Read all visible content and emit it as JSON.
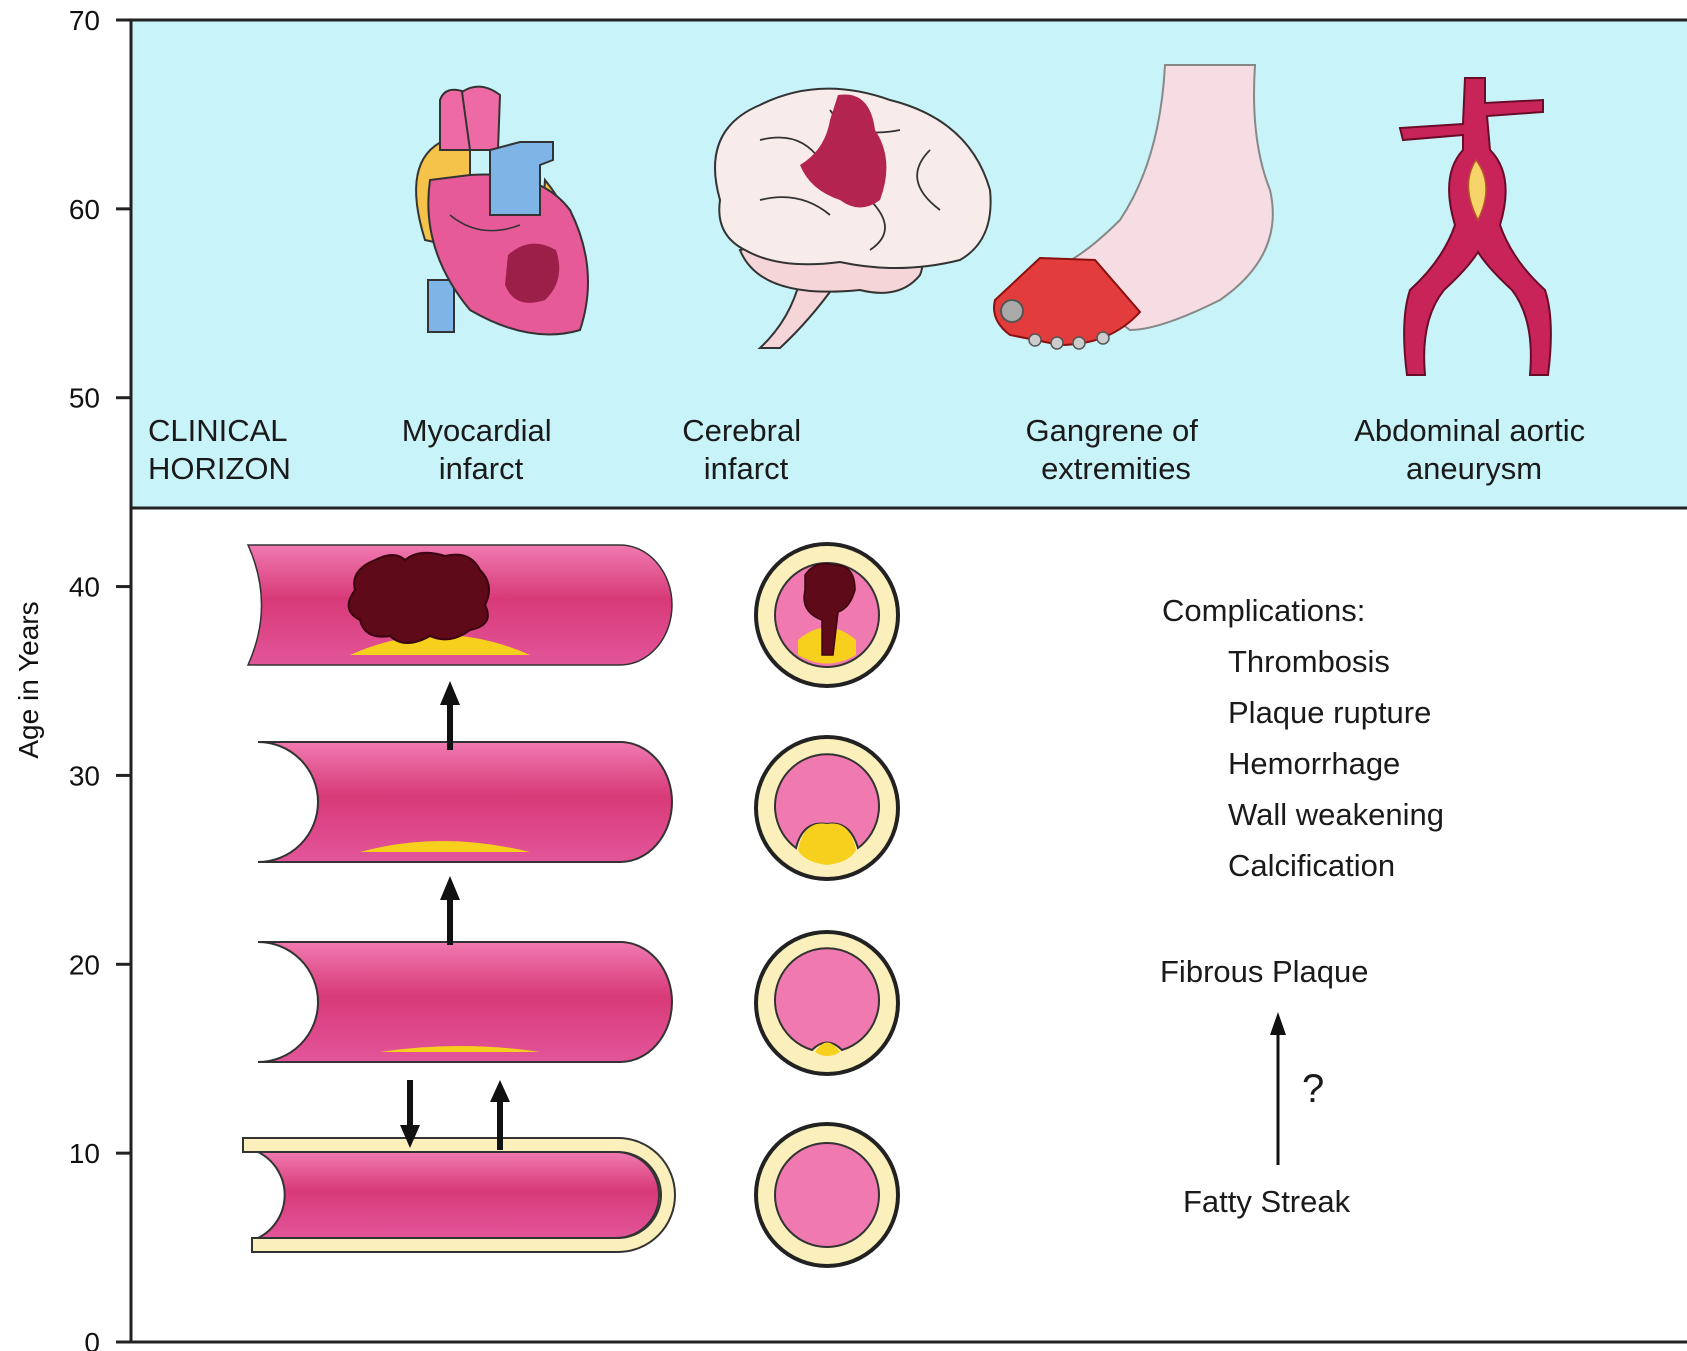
{
  "axis": {
    "ylabel": "Age in Years",
    "ticks": [
      "0",
      "10",
      "20",
      "30",
      "40",
      "50",
      "60",
      "70"
    ]
  },
  "horizon": {
    "label_line1": "CLINICAL",
    "label_line2": "HORIZON",
    "outcomes": [
      {
        "line1": "Myocardial",
        "line2": "infarct",
        "icon": "heart-icon"
      },
      {
        "line1": "Cerebral",
        "line2": "infarct",
        "icon": "brain-icon"
      },
      {
        "line1": "Gangrene of",
        "line2": "extremities",
        "icon": "foot-icon"
      },
      {
        "line1": "Abdominal aortic",
        "line2": "aneurysm",
        "icon": "aorta-icon"
      }
    ]
  },
  "progression": {
    "complications_title": "Complications:",
    "complications": [
      "Thrombosis",
      "Plaque rupture",
      "Hemorrhage",
      "Wall weakening",
      "Calcification"
    ],
    "fibrous_plaque": "Fibrous Plaque",
    "question_mark": "?",
    "fatty_streak": "Fatty Streak"
  },
  "colors": {
    "horizon_bg": "#c8f3f8",
    "vessel": "#d83a78",
    "lumen": "#f07ab0",
    "plaque": "#f7cf1d",
    "intima": "#fbf0bb",
    "thrombus": "#5e0a18"
  }
}
